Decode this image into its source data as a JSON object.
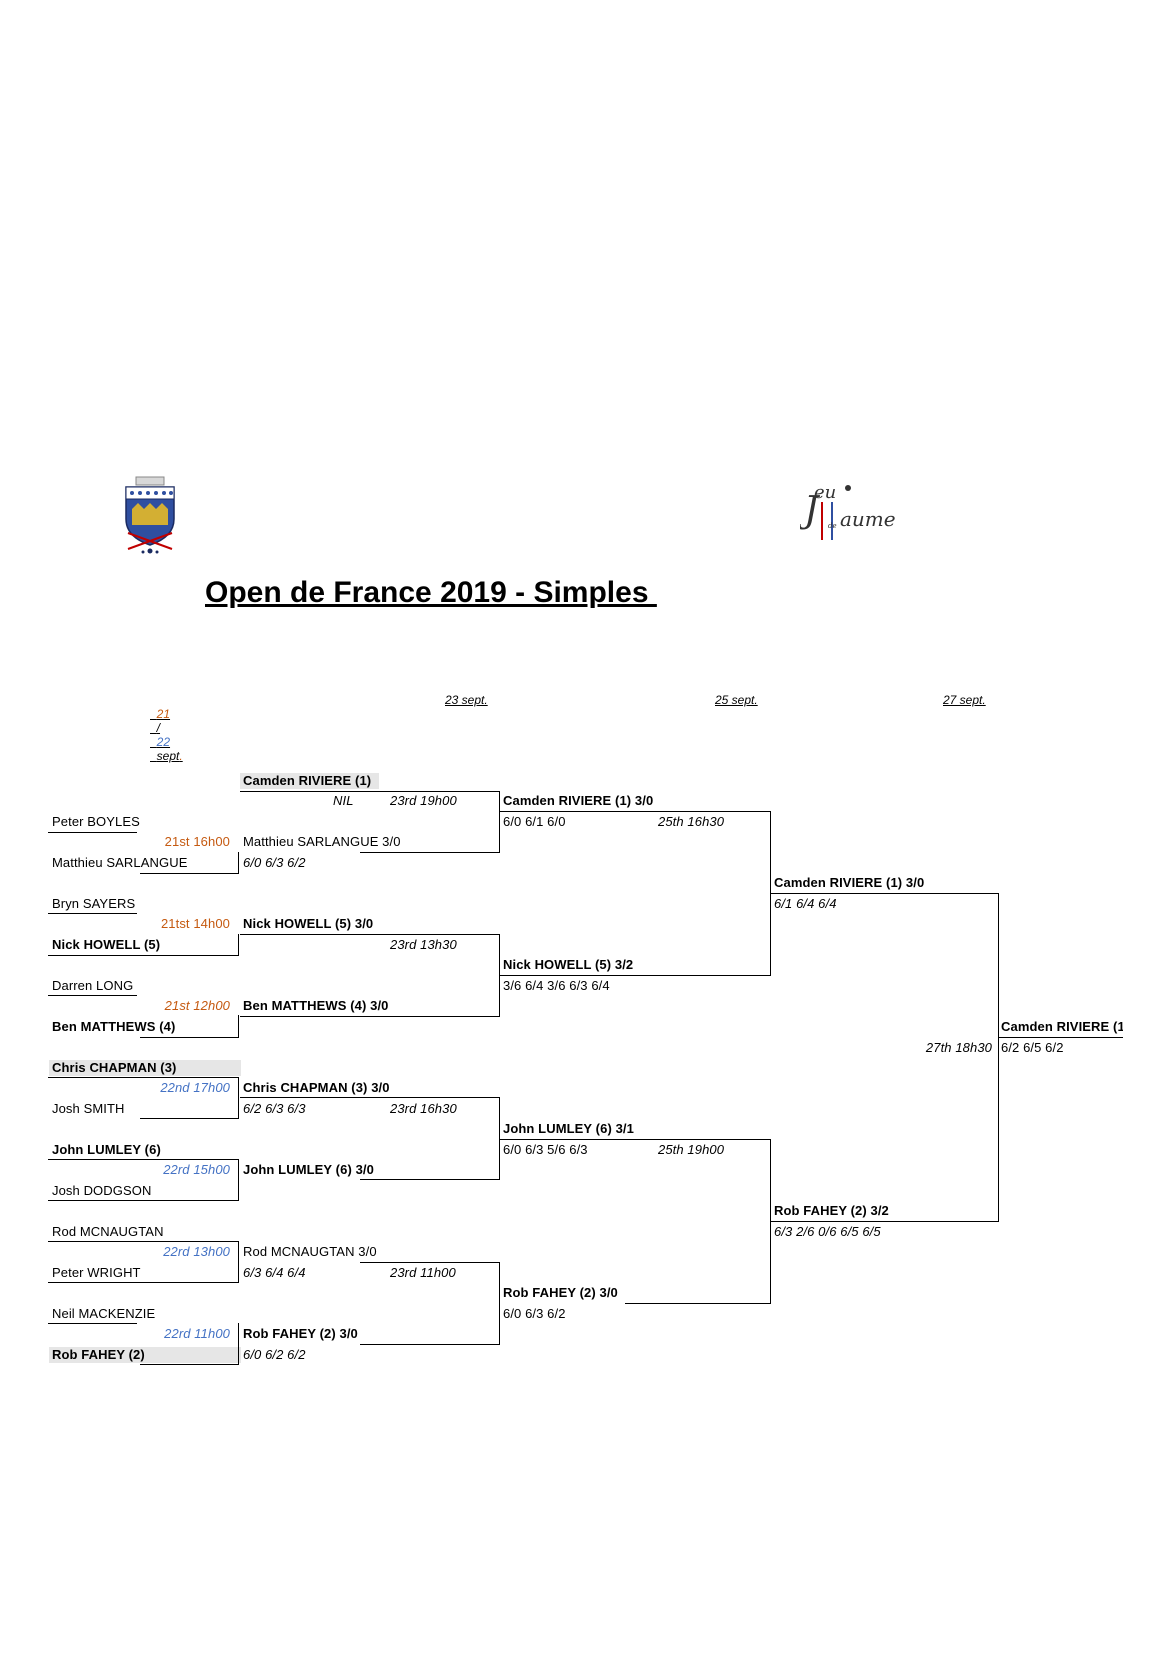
{
  "title": "Open de France 2019 - Simples ",
  "logos": {
    "left": {
      "icon": "club-crest-icon"
    },
    "right": {
      "icon": "jeu-de-paume-logo-icon",
      "text_top": "eu",
      "text_letter": "J",
      "text_bottom": "aume",
      "text_mid": "de"
    }
  },
  "colors": {
    "orange": "#c55a11",
    "blue": "#4472c4",
    "shade": "#e6e6e6"
  },
  "round_dates": {
    "r1_a": "21",
    "r1_sep": "/",
    "r1_b": "22",
    "r1_c": "sept",
    "r1_d": ".",
    "r2": "23 sept.",
    "r3": "25 sept.",
    "r4": "27 sept."
  },
  "round1": {
    "m1": {
      "p1": "Peter BOYLES",
      "time": "21st 16h00",
      "p2": "Matthieu SARLANGUE"
    },
    "m2": {
      "p1": "Bryn SAYERS",
      "time": "21tst 14h00",
      "p2": "Nick HOWELL (5)"
    },
    "m3": {
      "p1": "Darren LONG",
      "time": "21st 12h00",
      "p2": "Ben MATTHEWS (4)"
    },
    "m4": {
      "p1": "Chris CHAPMAN (3)",
      "time": "22nd 17h00",
      "p2": "Josh SMITH"
    },
    "m5": {
      "p1": "John LUMLEY (6)",
      "time": "22rd 15h00",
      "p2": "Josh DODGSON"
    },
    "m6": {
      "p1": "Rod MCNAUGTAN",
      "time": "22rd 13h00",
      "p2": "Peter WRIGHT"
    },
    "m7": {
      "p1": "Neil MACKENZIE",
      "time": "22rd 11h00",
      "p2": "Rob FAHEY (2)"
    }
  },
  "round2": {
    "bye": {
      "name": "Camden RIVIERE (1)",
      "note": "NIL"
    },
    "w1": {
      "name": "Matthieu SARLANGUE 3/0",
      "score": "6/0 6/3 6/2"
    },
    "w2": {
      "name": "Nick HOWELL (5) 3/0"
    },
    "w3": {
      "name": "Ben MATTHEWS (4) 3/0"
    },
    "w4": {
      "name": "Chris CHAPMAN (3)  3/0",
      "score": "6/2 6/3 6/3"
    },
    "w5": {
      "name": "John LUMLEY (6)  3/0"
    },
    "w6": {
      "name": "Rod MCNAUGTAN 3/0",
      "score": "6/3 6/4 6/4"
    },
    "w7": {
      "name": "Rob FAHEY (2) 3/0",
      "score": "6/0 6/2 6/2"
    },
    "times": {
      "qf1": "23rd 19h00",
      "qf2": "23rd 13h30",
      "qf3": "23rd 16h30",
      "qf4": "23rd 11h00"
    }
  },
  "round3": {
    "w1": {
      "name": "Camden RIVIERE (1) 3/0",
      "score": "6/0 6/1 6/0"
    },
    "w2": {
      "name": "Nick HOWELL (5) 3/2",
      "score": "3/6 6/4 3/6 6/3 6/4"
    },
    "w3": {
      "name": "John LUMLEY (6)  3/1",
      "score": "6/0 6/3 5/6 6/3"
    },
    "w4": {
      "name": "Rob FAHEY (2) 3/0",
      "score": "6/0 6/3 6/2"
    },
    "times": {
      "sf1": "25th 16h30",
      "sf2": "25th 19h00"
    }
  },
  "round4": {
    "w1": {
      "name": "Camden RIVIERE (1) 3/0",
      "score": "6/1 6/4 6/4"
    },
    "w2": {
      "name": "Rob FAHEY (2) 3/2",
      "score": "6/3 2/6 0/6 6/5 6/5"
    },
    "final_time": "27th 18h30"
  },
  "champion": {
    "name": "Camden RIVIERE (1",
    "score": "6/2 6/5 6/2"
  }
}
